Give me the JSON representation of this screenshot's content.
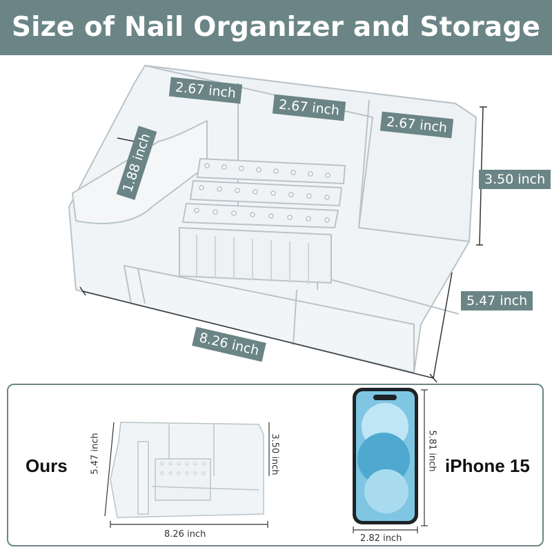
{
  "header": {
    "title": "Size of Nail Organizer and Storage",
    "colors": {
      "banner": "#6b8586",
      "text": "#ffffff"
    }
  },
  "main_diagram": {
    "compartment_widths": [
      "2.67 inch",
      "2.67 inch",
      "2.67 inch"
    ],
    "slot_depth": "1.88 inch",
    "height": "3.50 inch",
    "depth": "5.47 inch",
    "length": "8.26 inch"
  },
  "comparison": {
    "ours_label": "Ours",
    "ours_depth": "5.47 inch",
    "ours_height": "3.50 inch",
    "ours_length": "8.26 inch",
    "phone_label": "iPhone 15",
    "phone_height": "5.81 inch",
    "phone_width": "2.82 inch"
  }
}
